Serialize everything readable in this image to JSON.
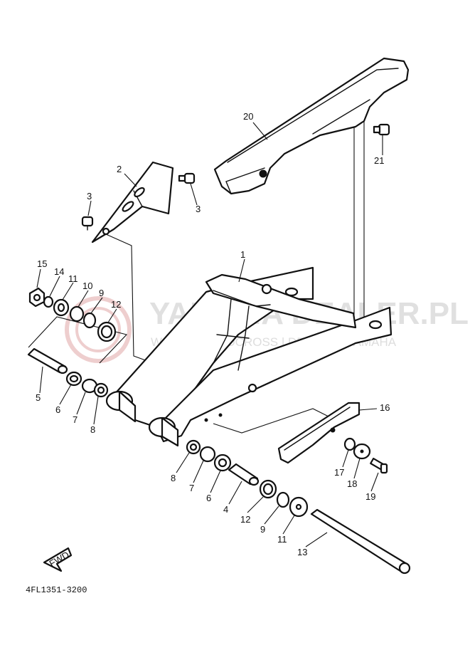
{
  "diagram_code": "4FL1351-3200",
  "fwd_label": "FWD",
  "watermark": {
    "main": "YAMAHA DEALER.PL",
    "sub": "WORLD MOTOCROSS | DEALER  |  YAMAHA"
  },
  "callouts": {
    "c1": "1",
    "c2": "2",
    "c3a": "3",
    "c3b": "3",
    "c4": "4",
    "c5": "5",
    "c6a": "6",
    "c6b": "6",
    "c7a": "7",
    "c7b": "7",
    "c8a": "8",
    "c8b": "8",
    "c9a": "9",
    "c9b": "9",
    "c10": "10",
    "c11a": "11",
    "c11b": "11",
    "c12a": "12",
    "c12b": "12",
    "c13": "13",
    "c14": "14",
    "c15": "15",
    "c16": "16",
    "c17": "17",
    "c18": "18",
    "c19": "19",
    "c20": "20",
    "c21": "21"
  }
}
